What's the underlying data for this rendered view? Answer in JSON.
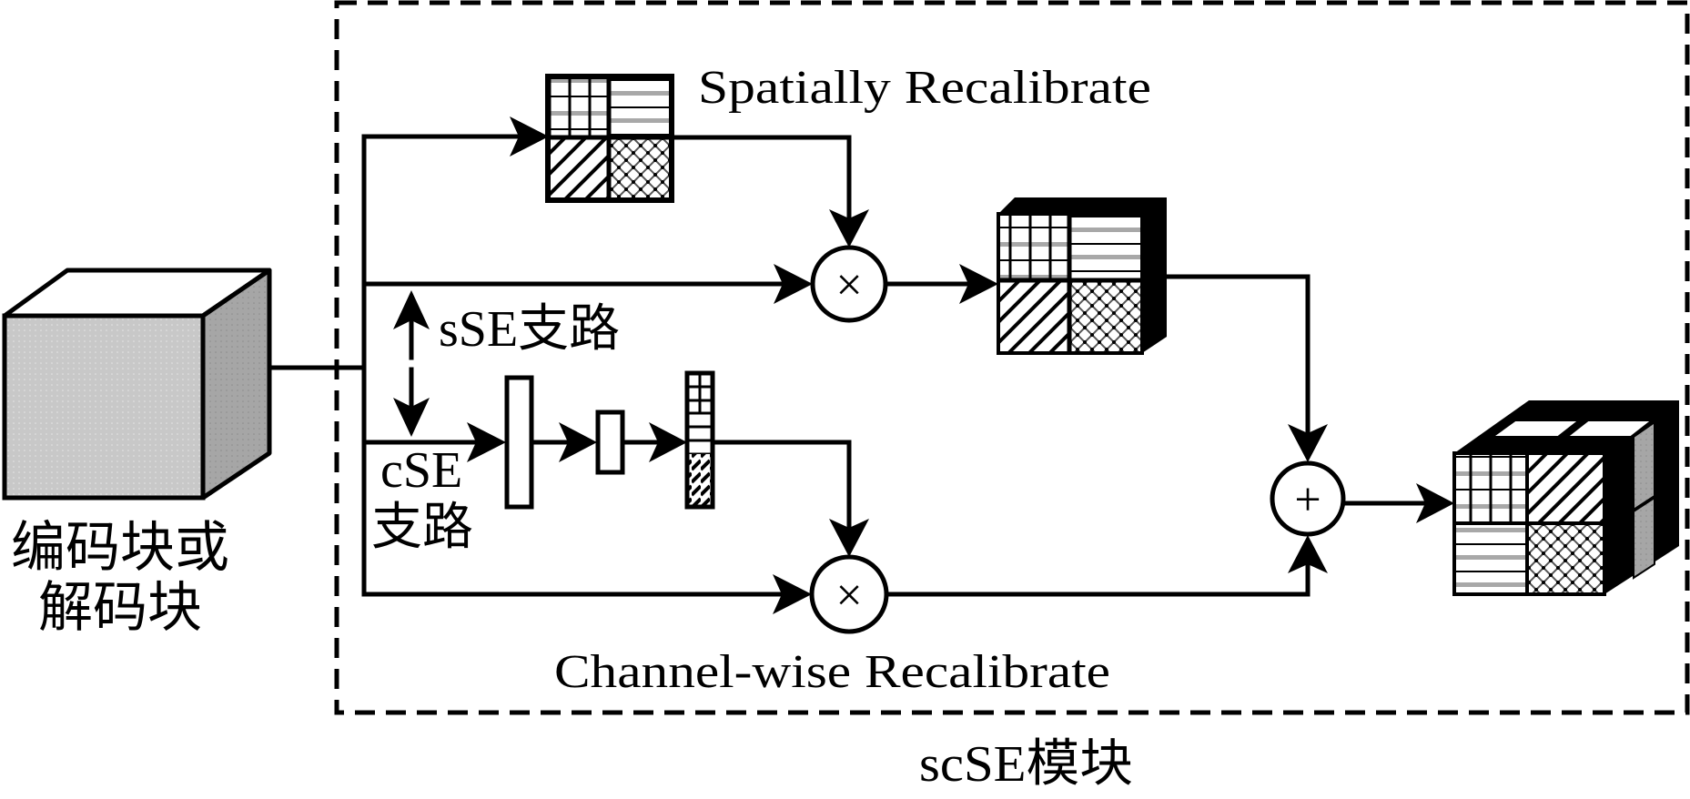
{
  "figure": {
    "module_label": "scSE模块",
    "input_label_line1": "编码块或",
    "input_label_line2": "解码块",
    "spatial_label": "Spatially Recalibrate",
    "channel_label": "Channel-wise Recalibrate",
    "sse_branch_label": "sSE支路",
    "cse_branch_label_line1": "cSE",
    "cse_branch_label_line2": "支路",
    "multiply_symbol": "×",
    "add_symbol": "+"
  },
  "colors": {
    "stroke": "#000000",
    "cube_front": "#c8c8c8",
    "cube_side": "#a6a6a6",
    "band_gray": "#a8a8a8",
    "background": "#ffffff"
  },
  "nodes": [
    {
      "id": "input-block",
      "type": "cube",
      "label_ref": "input_label"
    },
    {
      "id": "spatial-map",
      "type": "feature-map"
    },
    {
      "id": "multiply-spatial",
      "type": "operator",
      "symbol_ref": "multiply_symbol"
    },
    {
      "id": "spatial-output",
      "type": "cube"
    },
    {
      "id": "fc-1",
      "type": "vector"
    },
    {
      "id": "fc-2",
      "type": "vector"
    },
    {
      "id": "channel-weights",
      "type": "vector"
    },
    {
      "id": "multiply-channel",
      "type": "operator",
      "symbol_ref": "multiply_symbol"
    },
    {
      "id": "add",
      "type": "operator",
      "symbol_ref": "add_symbol"
    },
    {
      "id": "output-block",
      "type": "cube"
    }
  ]
}
